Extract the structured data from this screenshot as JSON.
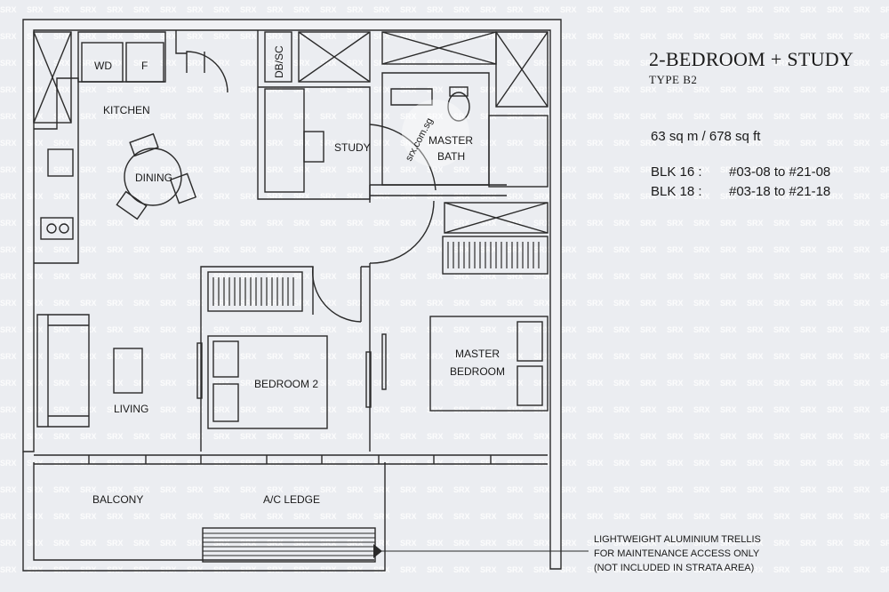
{
  "header": {
    "title": "2-BEDROOM + STUDY",
    "type": "TYPE B2",
    "area": "63 sq m / 678 sq ft",
    "blocks": [
      {
        "blk": "BLK 16 :",
        "units": "#03-08 to #21-08"
      },
      {
        "blk": "BLK 18 :",
        "units": "#03-18 to #21-18"
      }
    ]
  },
  "rooms": {
    "kitchen": "KITCHEN",
    "dining": "DINING",
    "study": "STUDY",
    "master_bath_1": "MASTER",
    "master_bath_2": "BATH",
    "living": "LIVING",
    "bedroom2": "BEDROOM 2",
    "master_bedroom_1": "MASTER",
    "master_bedroom_2": "BEDROOM",
    "balcony": "BALCONY",
    "ac_ledge": "A/C LEDGE"
  },
  "fixtures": {
    "wd": "WD",
    "fridge": "F",
    "db_sc": "DB/SC"
  },
  "note": {
    "line1": "LIGHTWEIGHT ALUMINIUM TRELLIS",
    "line2": "FOR MAINTENANCE ACCESS ONLY",
    "line3": "(NOT INCLUDED IN STRATA AREA)"
  },
  "watermark": {
    "text": "SRX",
    "stamp": "srx.com.sg"
  },
  "colors": {
    "background": "#ebedf1",
    "line": "#2a2a2a"
  }
}
